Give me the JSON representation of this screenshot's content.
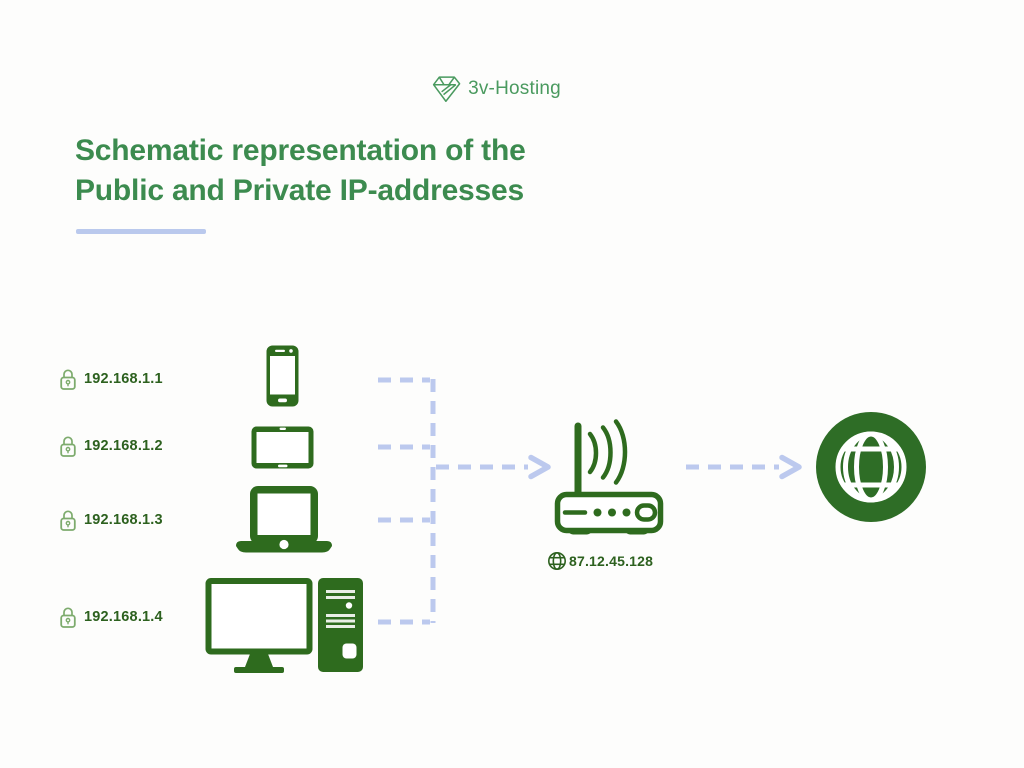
{
  "logo": {
    "label": "3v-Hosting",
    "color": "#4a9a5f"
  },
  "heading": {
    "line1": "Schematic representation of the",
    "line2": "Public and Private IP-addresses"
  },
  "devices": [
    {
      "type": "smartphone",
      "private_ip": "192.168.1.1"
    },
    {
      "type": "tablet",
      "private_ip": "192.168.1.2"
    },
    {
      "type": "laptop",
      "private_ip": "192.168.1.3"
    },
    {
      "type": "desktop",
      "private_ip": "192.168.1.4"
    }
  ],
  "router": {
    "public_ip": "87.12.45.128"
  },
  "internet": {
    "icon": "globe-icon"
  },
  "colors": {
    "background": "#fdfdfc",
    "title_green": "#3c8b4f",
    "logo_green": "#4a9a5f",
    "device_green": "#2e6b1e",
    "ip_text_green": "#2d611f",
    "lock_green": "#7dab6d",
    "connector_blue": "#bcc9ee",
    "underline_blue": "#bac9ed",
    "globe_green": "#2e6d26"
  }
}
